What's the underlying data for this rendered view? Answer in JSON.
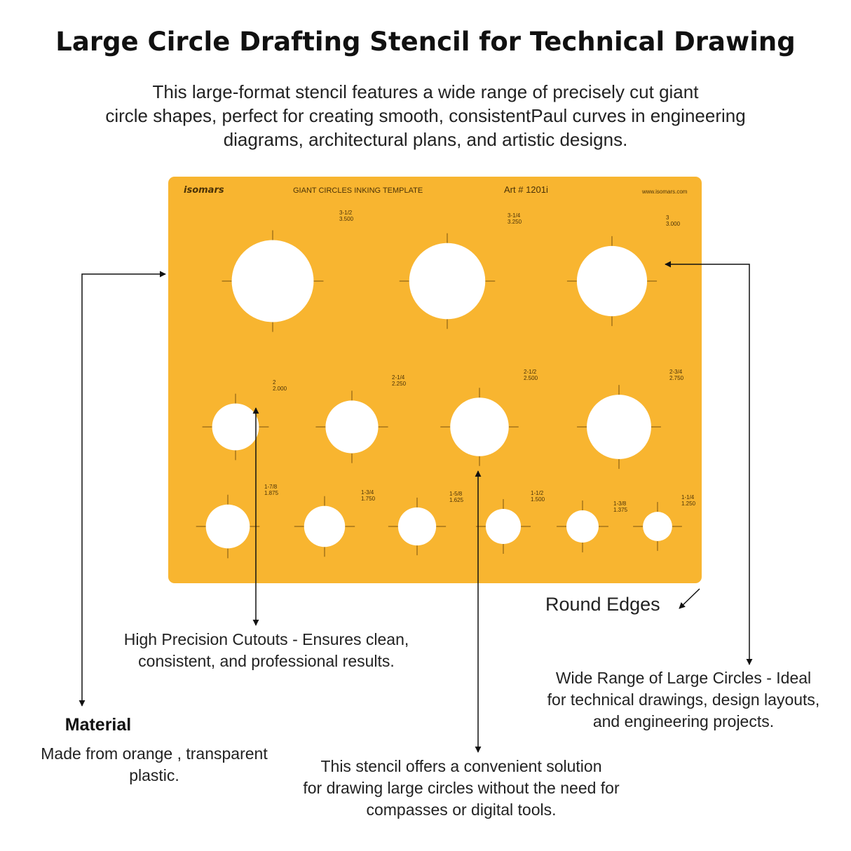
{
  "heading": {
    "title": "Large Circle Drafting Stencil for Technical Drawing",
    "intro_lines": [
      "This large-format stencil features a wide range of precisely cut giant",
      "circle shapes, perfect for creating smooth, consistentPaul curves in engineering",
      "diagrams, architectural plans, and artistic designs."
    ]
  },
  "stencil": {
    "brand": "isomars",
    "template_name": "GIANT CIRCLES INKING TEMPLATE",
    "article": "Art # 1201i",
    "website": "www.isomars.com",
    "colors": {
      "plastic": "#f8b530",
      "cutout": "#ffffff",
      "mark": "#7a5410"
    },
    "circles": [
      {
        "fraction": "3-1/2",
        "decimal": "3.500",
        "diameter_in": 3.5
      },
      {
        "fraction": "3-1/4",
        "decimal": "3.250",
        "diameter_in": 3.25
      },
      {
        "fraction": "3",
        "decimal": "3.000",
        "diameter_in": 3.0
      },
      {
        "fraction": "2",
        "decimal": "2.000",
        "diameter_in": 2.0
      },
      {
        "fraction": "2-1/4",
        "decimal": "2.250",
        "diameter_in": 2.25
      },
      {
        "fraction": "2-1/2",
        "decimal": "2.500",
        "diameter_in": 2.5
      },
      {
        "fraction": "2-3/4",
        "decimal": "2.750",
        "diameter_in": 2.75
      },
      {
        "fraction": "1-7/8",
        "decimal": "1.875",
        "diameter_in": 1.875
      },
      {
        "fraction": "1-3/4",
        "decimal": "1.750",
        "diameter_in": 1.75
      },
      {
        "fraction": "1-5/8",
        "decimal": "1.625",
        "diameter_in": 1.625
      },
      {
        "fraction": "1-1/2",
        "decimal": "1.500",
        "diameter_in": 1.5
      },
      {
        "fraction": "1-3/8",
        "decimal": "1.375",
        "diameter_in": 1.375
      },
      {
        "fraction": "1-1/4",
        "decimal": "1.250",
        "diameter_in": 1.25
      }
    ]
  },
  "callouts": {
    "precision": {
      "lines": [
        "High Precision Cutouts - Ensures clean,",
        "consistent, and professional results."
      ]
    },
    "round_edges": {
      "label": "Round Edges"
    },
    "range": {
      "lines": [
        "Wide Range of Large Circles - Ideal",
        "for technical drawings, design layouts,",
        "and engineering projects."
      ]
    },
    "material": {
      "heading": "Material",
      "lines": [
        "Made from orange , transparent",
        "plastic."
      ]
    },
    "solution": {
      "lines": [
        "This stencil offers a convenient solution",
        "for drawing large circles without the need for",
        "compasses or digital tools."
      ]
    }
  }
}
